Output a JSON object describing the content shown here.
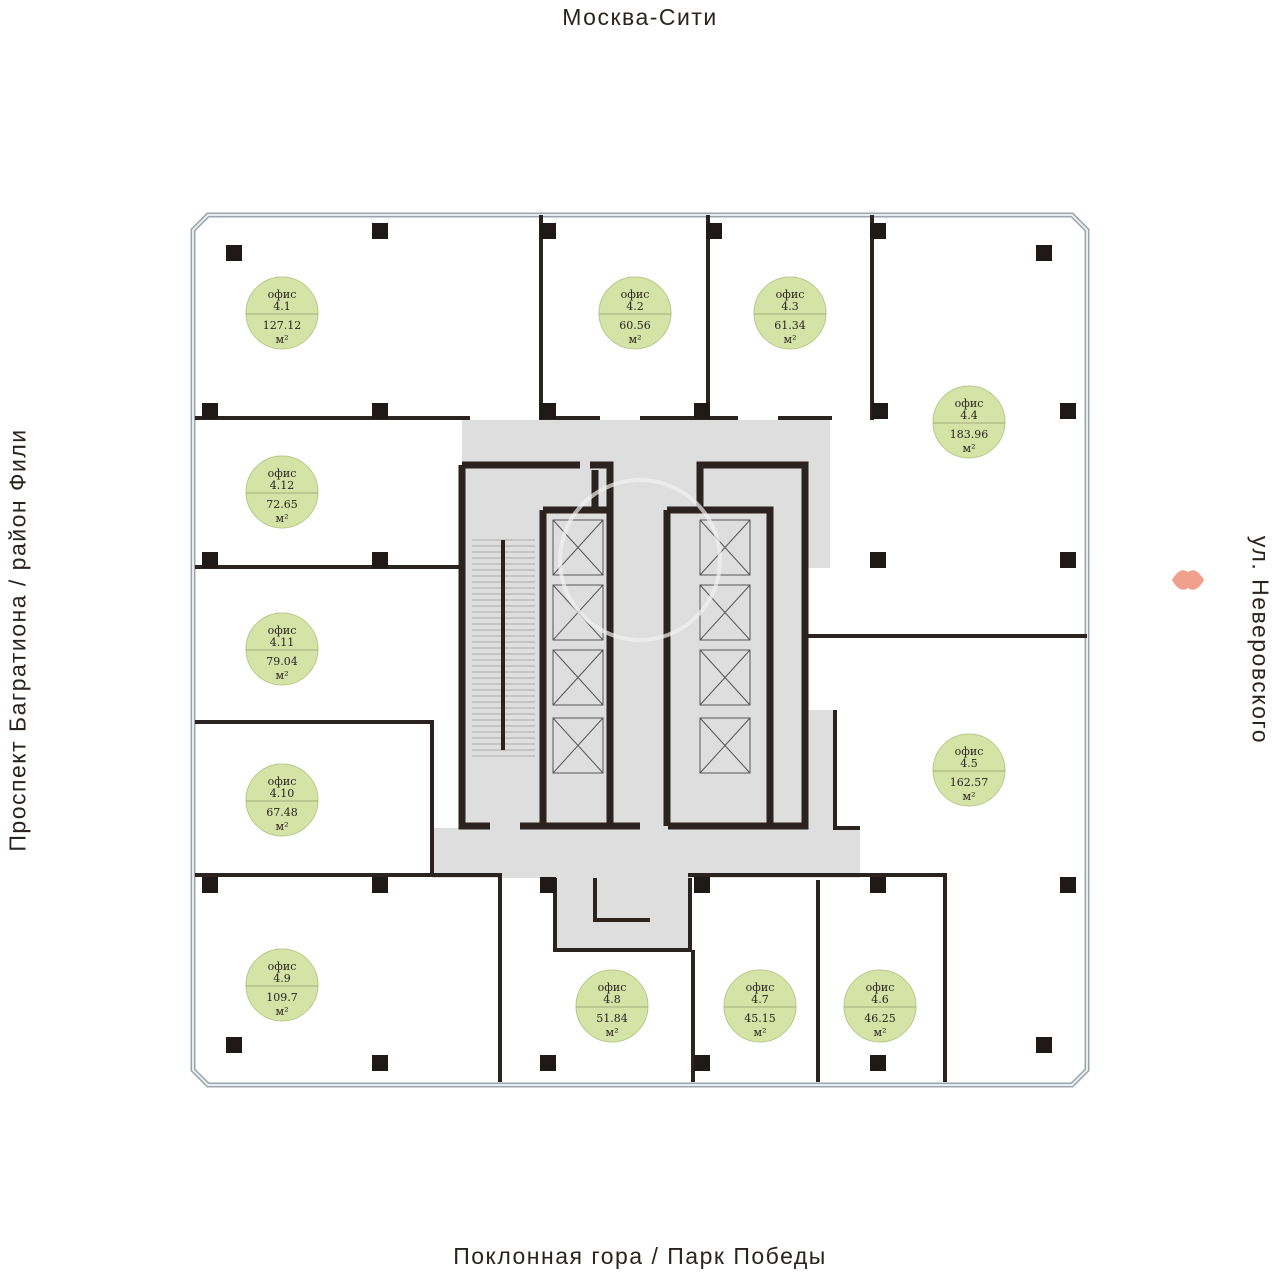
{
  "directions": {
    "top": "Москва-Сити",
    "bottom": "Поклонная гора / Парк Победы",
    "left": "Проспект Багратиона / район Фили",
    "right": "ул. Неверовского"
  },
  "colors": {
    "wall": "#2a2320",
    "core_fill": "#dedede",
    "office_badge": "#d6e3a6",
    "marker": "#f0a08c",
    "glass": "#c8d0d4"
  },
  "office_prefix": "офис",
  "area_unit": "м²",
  "offices": [
    {
      "id": "4.1",
      "area": "127.12"
    },
    {
      "id": "4.2",
      "area": "60.56"
    },
    {
      "id": "4.3",
      "area": "61.34"
    },
    {
      "id": "4.4",
      "area": "183.96"
    },
    {
      "id": "4.5",
      "area": "162.57"
    },
    {
      "id": "4.6",
      "area": "46.25"
    },
    {
      "id": "4.7",
      "area": "45.15"
    },
    {
      "id": "4.8",
      "area": "51.84"
    },
    {
      "id": "4.9",
      "area": "109.7"
    },
    {
      "id": "4.10",
      "area": "67.48"
    },
    {
      "id": "4.11",
      "area": "79.04"
    },
    {
      "id": "4.12",
      "area": "72.65"
    }
  ]
}
